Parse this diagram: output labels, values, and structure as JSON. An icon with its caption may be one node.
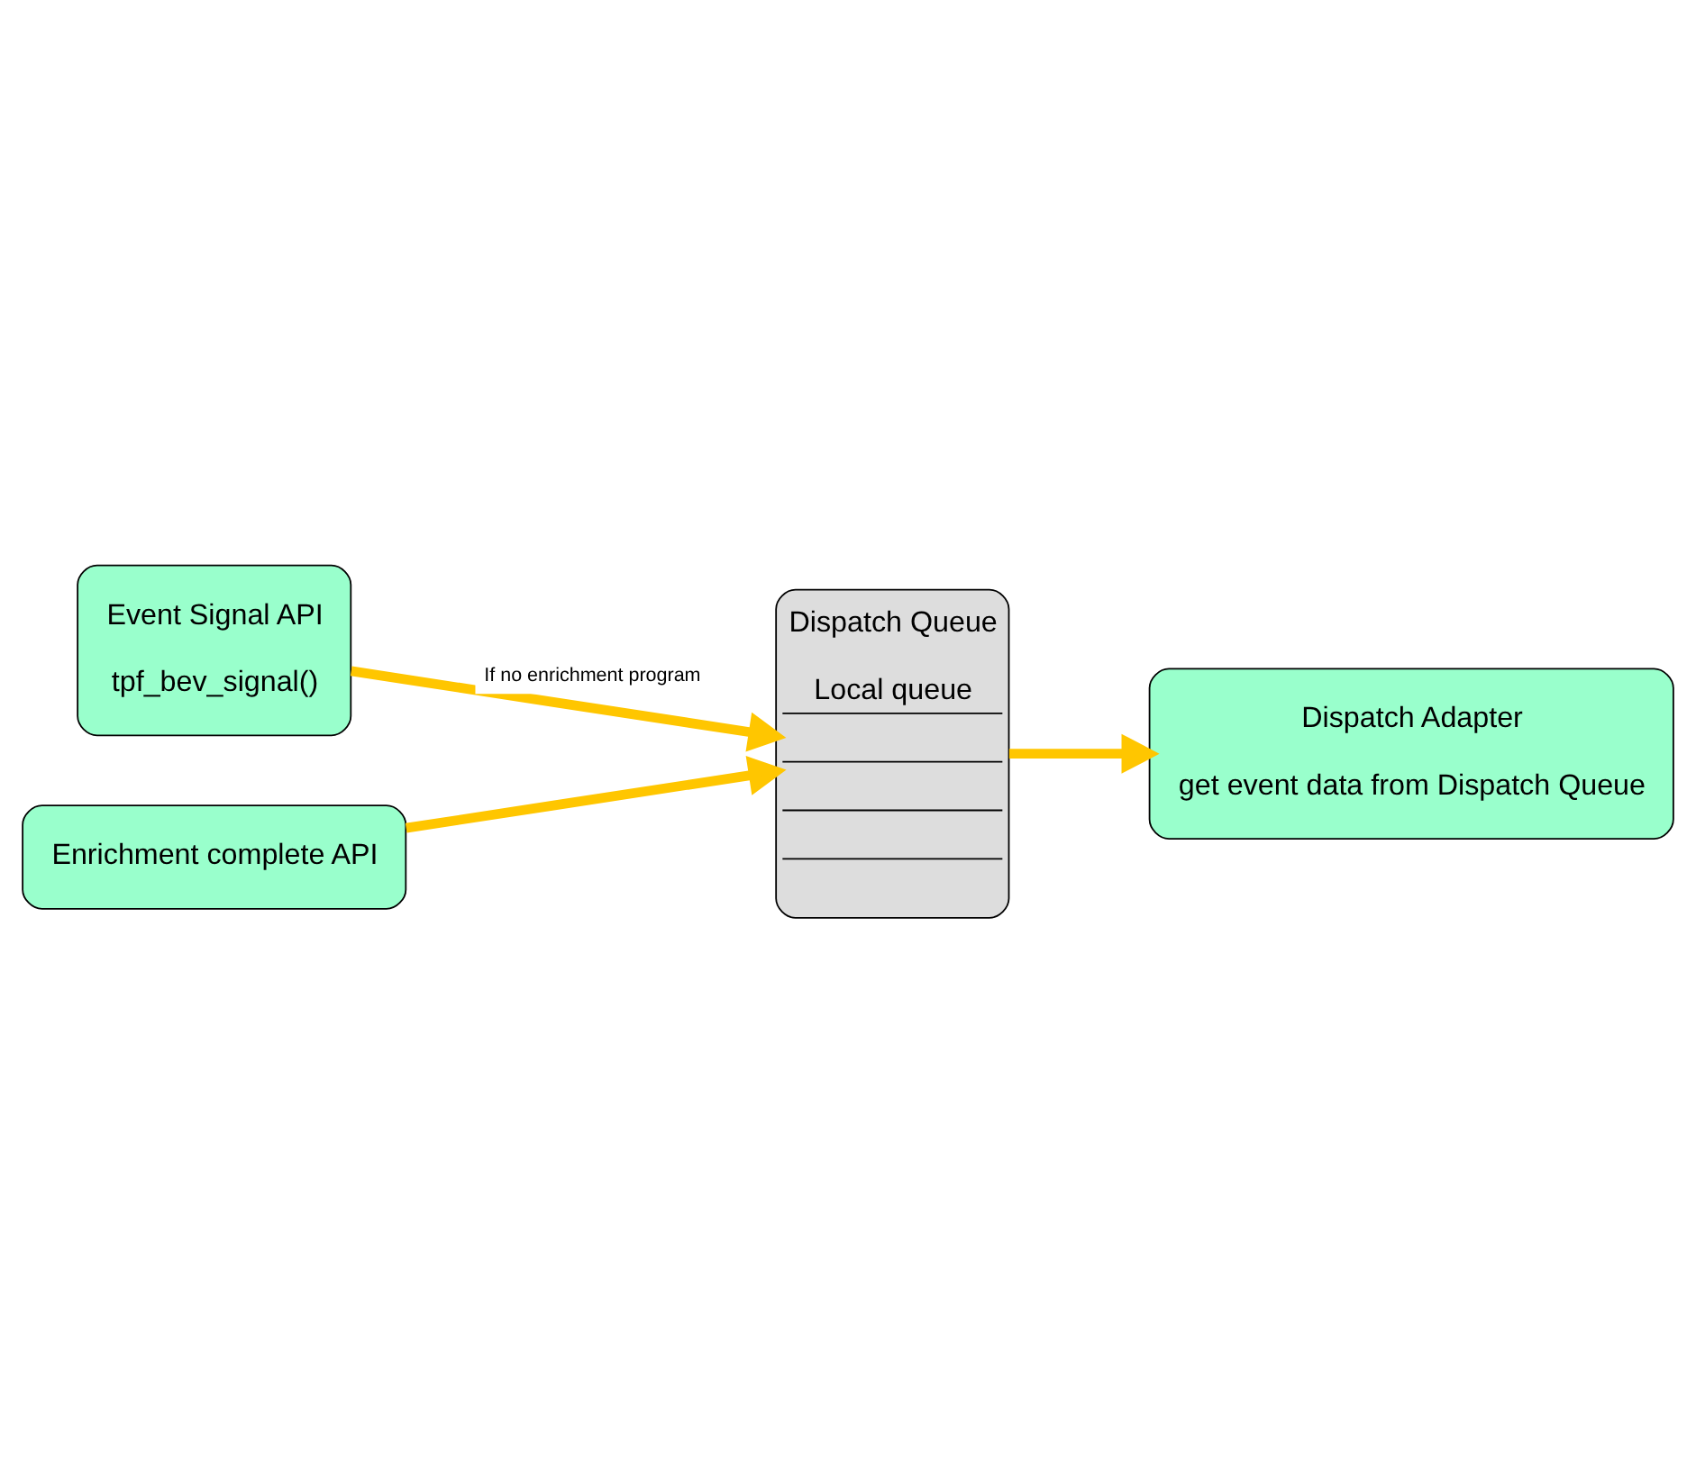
{
  "diagram": {
    "nodes": [
      {
        "text": [
          "Event Signal API",
          "tpf_bev_signal()"
        ]
      },
      {
        "text": [
          "Dispatch Queue",
          "Local queue"
        ]
      },
      {
        "text": [
          "Enrichment complete API"
        ]
      },
      {
        "text": [
          "Dispatch Adapter",
          "get event data from Dispatch Queue"
        ]
      }
    ],
    "edges": [
      {
        "from": 0,
        "to": 1,
        "arrow": "to",
        "label": "If no enrichment program"
      },
      {
        "from": 2,
        "to": 1,
        "arrow": "to"
      },
      {
        "from": 1,
        "to": 3,
        "arrow": "to"
      }
    ]
  }
}
